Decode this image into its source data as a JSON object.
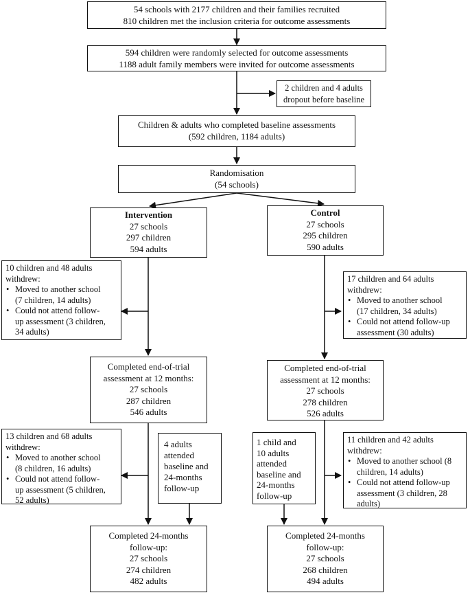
{
  "recruit": {
    "line1": "54 schools with 2177 children and their families recruited",
    "line2": "810 children met the inclusion criteria for outcome assessments"
  },
  "selected": {
    "line1": "594 children were randomly selected for outcome assessments",
    "line2": "1188 adult family members were invited for outcome assessments"
  },
  "dropout": {
    "line1": "2 children and 4 adults",
    "line2": "dropout before baseline"
  },
  "baseline": {
    "line1": "Children & adults who completed baseline assessments",
    "line2": "(592 children, 1184 adults)"
  },
  "randomisation": {
    "line1": "Randomisation",
    "line2": "(54 schools)"
  },
  "intervention": {
    "title": "Intervention",
    "schools": "27 schools",
    "children": "297 children",
    "adults": "594 adults"
  },
  "control": {
    "title": "Control",
    "schools": "27 schools",
    "children": "295 children",
    "adults": "590 adults"
  },
  "int_withdraw_12": {
    "line1": "10 children and 48 adults",
    "line2": "withdrew:",
    "b1a": "Moved to another school",
    "b1b": "(7 children, 14 adults)",
    "b2a": "Could not attend follow-",
    "b2b": "up assessment (3 children,",
    "b2c": "34 adults)"
  },
  "ctl_withdraw_12": {
    "line1": "17 children and 64 adults",
    "line2": "withdrew:",
    "b1a": "Moved to another school",
    "b1b": "(17 children, 34 adults)",
    "b2a": " Could not attend follow-up",
    "b2b": "assessment (30 adults)"
  },
  "int_12m": {
    "line1": "Completed end-of-trial",
    "line2": "assessment at 12 months:",
    "schools": "27 schools",
    "children": "287 children",
    "adults": "546 adults"
  },
  "ctl_12m": {
    "line1": "Completed end-of-trial",
    "line2": "assessment at 12 months:",
    "schools": "27 schools",
    "children": "278 children",
    "adults": "526 adults"
  },
  "int_withdraw_24": {
    "line1": "13 children and 68 adults",
    "line2": "withdrew:",
    "b1a": "Moved to another school",
    "b1b": "(8 children, 16 adults)",
    "b2a": " Could not attend follow-",
    "b2b": "up assessment (5 children,",
    "b2c": "52 adults)"
  },
  "int_added_24": {
    "line1": "4 adults",
    "line2": "attended",
    "line3": "baseline and",
    "line4": "24-months",
    "line5": "follow-up"
  },
  "ctl_added_24": {
    "line1": "1 child and",
    "line2": "10 adults",
    "line3": "attended",
    "line4": "baseline and",
    "line5": "24-months",
    "line6": "follow-up"
  },
  "ctl_withdraw_24": {
    "line1": "11 children and 42 adults",
    "line2": "withdrew:",
    "b1a": "Moved to another school (8",
    "b1b": "children, 14 adults)",
    "b2a": " Could not attend follow-up",
    "b2b": "assessment (3 children, 28",
    "b2c": "adults)"
  },
  "int_24m": {
    "line1": "Completed 24-months",
    "line2": "follow-up:",
    "schools": "27 schools",
    "children": "274 children",
    "adults": "482 adults"
  },
  "ctl_24m": {
    "line1": "Completed 24-months",
    "line2": "follow-up:",
    "schools": "27 schools",
    "children": "268 children",
    "adults": "494 adults"
  }
}
